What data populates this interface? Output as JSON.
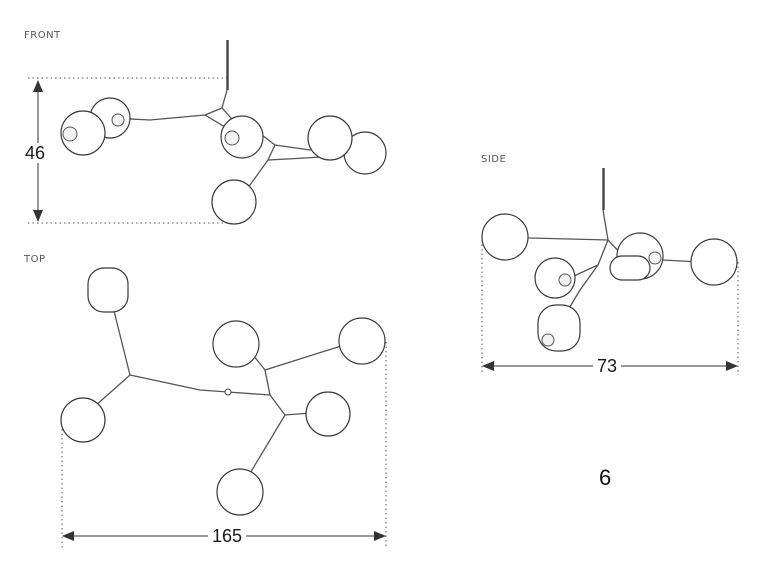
{
  "views": {
    "front": {
      "label": "FRONT",
      "dimension": "46"
    },
    "top": {
      "label": "TOP",
      "dimension": "165"
    },
    "side": {
      "label": "SIDE",
      "dimension": "73"
    }
  },
  "variant": "6"
}
